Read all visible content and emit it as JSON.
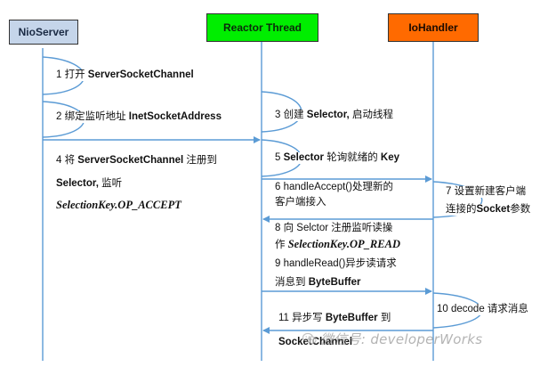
{
  "colors": {
    "nioserver_fill": "#c5d5ea",
    "reactor_fill": "#00ee00",
    "iohandler_fill": "#ff6a00",
    "lifeline": "#5b9bd5",
    "text": "#111111",
    "watermark": "#9b9b9b"
  },
  "participants": {
    "nioserver": "NioServer",
    "reactor": "Reactor Thread",
    "iohandler": "IoHandler"
  },
  "steps": {
    "s1_num": "1 打开",
    "s1_obj": "ServerSocketChannel",
    "s2_num": "2 绑定监听地址",
    "s2_obj": "InetSocketAddress",
    "s3_num": "3 创建",
    "s3_obj": "Selector,",
    "s3_rest": "启动线程",
    "s4_line1_num": "4 将",
    "s4_line1_obj": "ServerSocketChannel",
    "s4_line1_rest": "注册到",
    "s4_line2_obj": "Selector,",
    "s4_line2_rest": "监听",
    "s4_line3": "SelectionKey.OP_ACCEPT",
    "s5_num": "5",
    "s5_obj": "Selector",
    "s5_mid": "轮询就绪的",
    "s5_key": "Key",
    "s6_line1": "6 handleAccept()处理新的",
    "s6_line2": "客户端接入",
    "s7_line1": "7 设置新建客户端",
    "s7_line2_a": "连接的",
    "s7_line2_b": "Socket",
    "s7_line2_c": "参数",
    "s8_line1": "8 向 Selctor 注册监听读操",
    "s8_line2_a": "作",
    "s8_line2_b": "SelectionKey.OP_READ",
    "s9_line1": "9 handleRead()异步读请求",
    "s9_line2_a": "消息到",
    "s9_line2_b": "ByteBuffer",
    "s10_a": "10 decode",
    "s10_b": "请求消息",
    "s11_line1_a": "11 异步写",
    "s11_line1_b": "ByteBuffer",
    "s11_line1_c": "到",
    "s11_line2": "SocketChannel"
  },
  "watermark": {
    "text": "微信号: developerWorks",
    "icon": "wechat-icon"
  }
}
